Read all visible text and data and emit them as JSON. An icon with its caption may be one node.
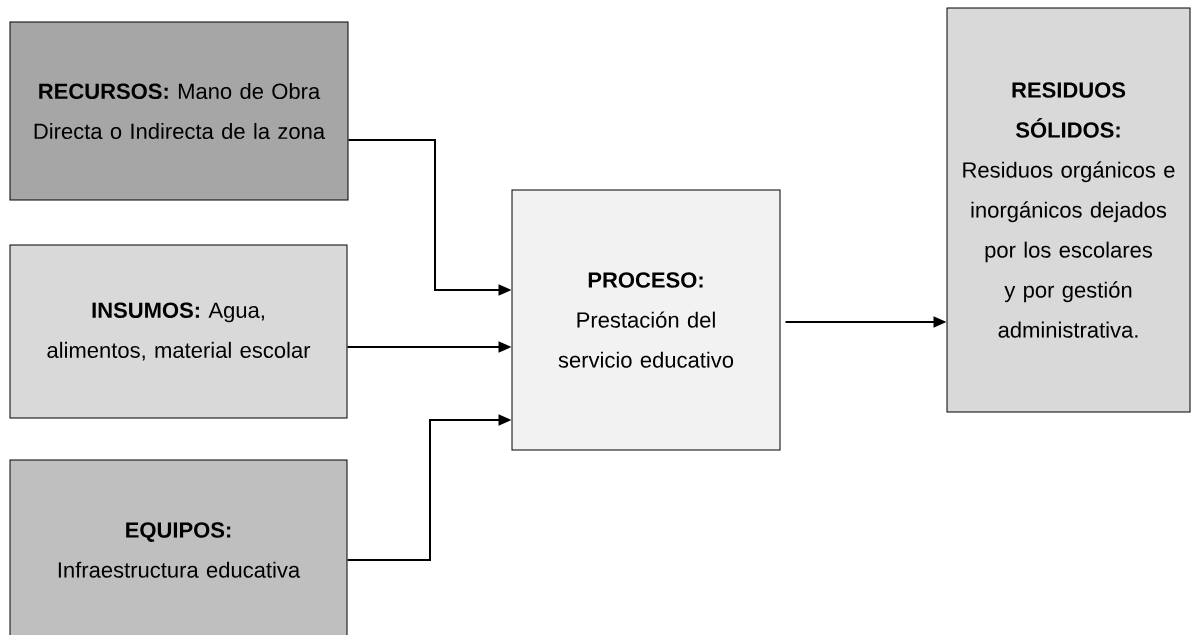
{
  "diagram": {
    "nodes": [
      {
        "text": [
          "**RECURSOS:** Mano de Obra Directa o Indirecta de la zona"
        ]
      },
      {
        "text": [
          "**INSUMOS:** Agua, alimentos, material escolar"
        ]
      },
      {
        "text": [
          "EQUIPOS:",
          "Infraestructura educativa"
        ]
      },
      {
        "text": [
          "PROCESO:",
          "Prestación del servicio educativo"
        ]
      },
      {
        "text": [
          "RESIDUOS SÓLIDOS:",
          "Residuos orgánicos e inorgánicos dejados por los escolares y por gestión administrativa."
        ]
      }
    ],
    "edges": [
      {
        "from": 0,
        "to": 3,
        "arrow": "to"
      },
      {
        "from": 1,
        "to": 3,
        "arrow": "to"
      },
      {
        "from": 2,
        "to": 3,
        "arrow": "to"
      },
      {
        "from": 3,
        "to": 4,
        "arrow": "to"
      }
    ]
  }
}
